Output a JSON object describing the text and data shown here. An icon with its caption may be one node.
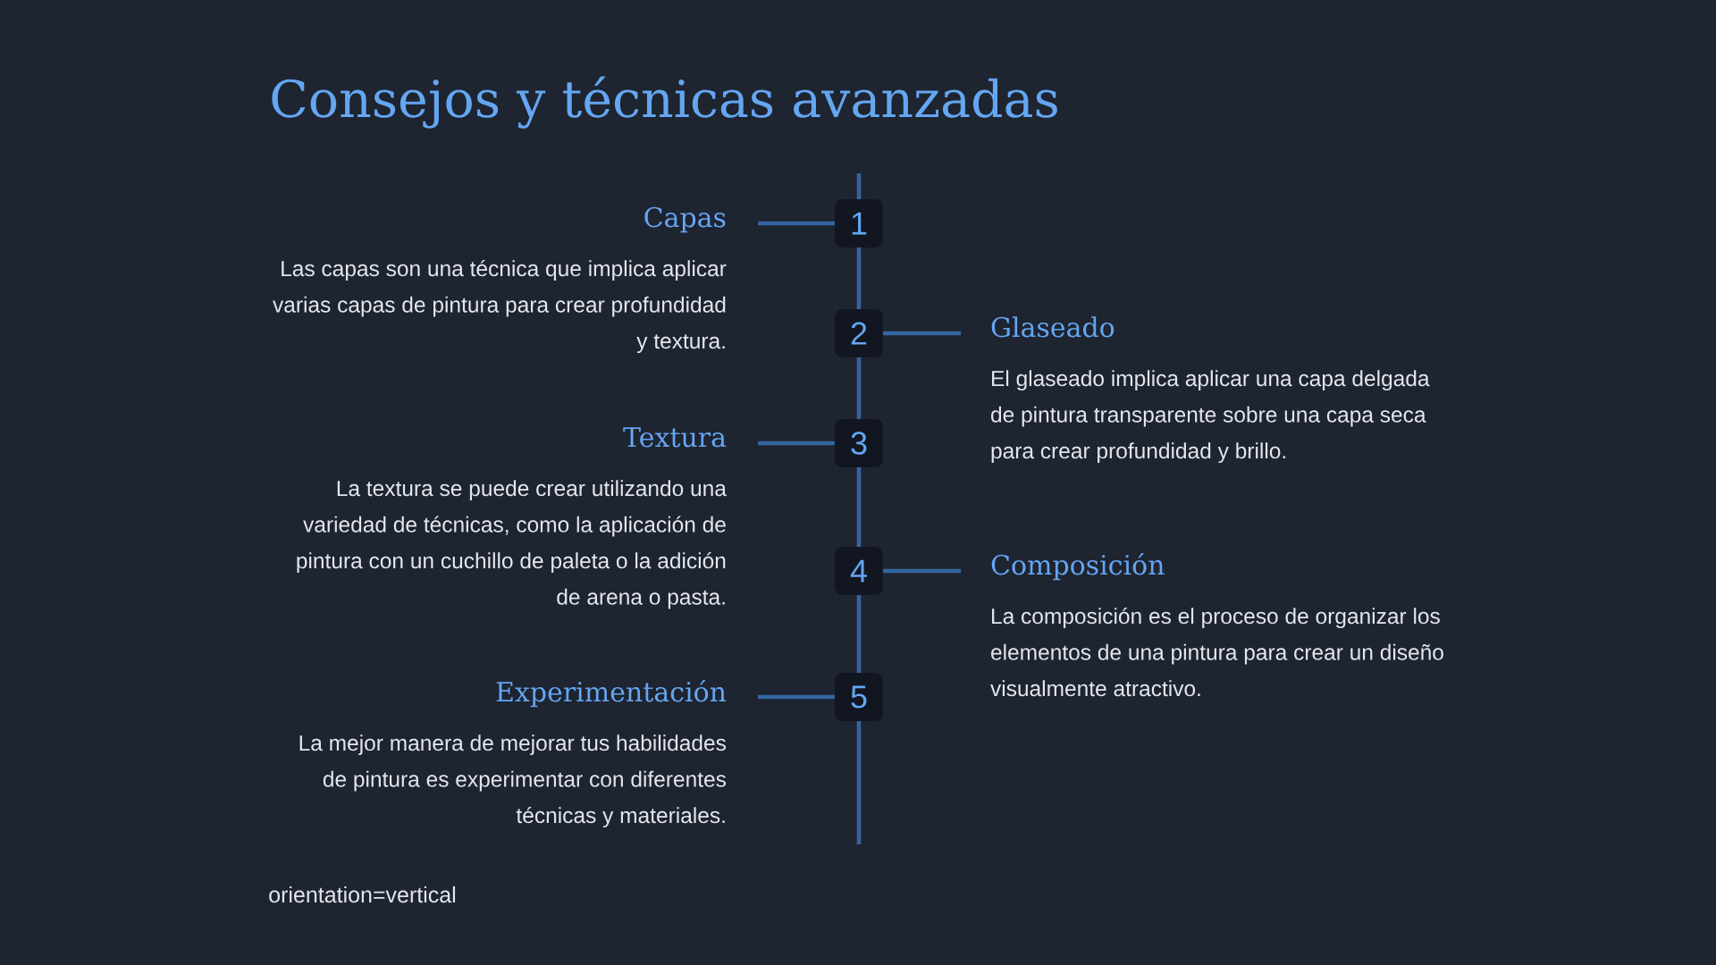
{
  "diagram": {
    "title": "Consejos y técnicas avanzadas",
    "nodes": [
      {
        "text": [
          "Capas",
          "Las capas son una técnica que implica aplicar varias capas de pintura para crear profundidad y textura."
        ]
      },
      {
        "text": [
          "1"
        ]
      },
      {
        "text": [
          "Glaseado",
          "El glaseado implica aplicar una capa delgada de pintura transparente sobre una capa seca para crear profundidad y brillo."
        ]
      },
      {
        "text": [
          "2"
        ]
      },
      {
        "text": [
          "Textura",
          "La textura se puede crear utilizando una variedad de técnicas, como la aplicación de pintura con un cuchillo de paleta o la adición de arena o pasta."
        ]
      },
      {
        "text": [
          "3"
        ]
      },
      {
        "text": [
          "Composición",
          "La composición es el proceso de organizar los elementos de una pintura para crear un diseño visualmente atractivo."
        ]
      },
      {
        "text": [
          "4"
        ]
      },
      {
        "text": [
          "Experimentación",
          "La mejor manera de mejorar tus habilidades de pintura es experimentar con diferentes técnicas y materiales."
        ]
      },
      {
        "text": [
          "5"
        ]
      }
    ],
    "edges": [
      {
        "from": 1,
        "to": 0,
        "arrow": "none"
      },
      {
        "from": 1,
        "to": 3,
        "arrow": "none"
      },
      {
        "from": 3,
        "to": 2,
        "arrow": "none"
      },
      {
        "from": 3,
        "to": 5,
        "arrow": "none"
      },
      {
        "from": 5,
        "to": 4,
        "arrow": "none"
      },
      {
        "from": 5,
        "to": 7,
        "arrow": "none"
      },
      {
        "from": 7,
        "to": 6,
        "arrow": "none"
      },
      {
        "from": 7,
        "to": 9,
        "arrow": "none"
      },
      {
        "from": 9,
        "to": 8,
        "arrow": "none"
      }
    ],
    "labels": [
      "orientation=vertical"
    ]
  }
}
